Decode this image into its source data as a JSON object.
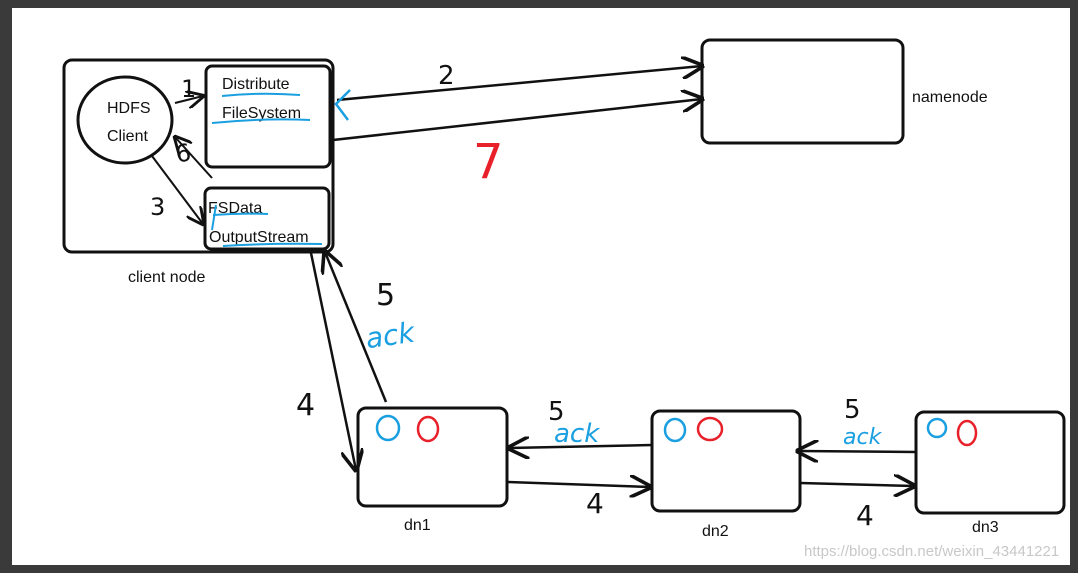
{
  "labels": {
    "hdfs_client_line1": "HDFS",
    "hdfs_client_line2": "Client",
    "distribute_line1": "Distribute",
    "distribute_line2": "FileSystem",
    "fsdata_line1": "FSData",
    "fsdata_line2": "OutputStream",
    "client_node": "client node",
    "namenode": "namenode",
    "dn1": "dn1",
    "dn2": "dn2",
    "dn3": "dn3"
  },
  "step_marks": {
    "client_to_distribute": "1",
    "distribute_to_client": "6",
    "client_to_fsdata": "3",
    "to_namenode": "2",
    "namenode_close": "7",
    "client_write_dn1": "4",
    "dn1_ack_step": "5",
    "dn1_ack_word": "ack",
    "dn2_ack_step": "5",
    "dn2_ack_word": "ack",
    "dn2_write_step": "4",
    "dn3_ack_step": "5",
    "dn3_ack_word": "ack",
    "dn3_write_step": "4"
  },
  "watermark": "https://blog.csdn.net/weixin_43441221",
  "colors": {
    "background": "#ffffff",
    "frame": "#3a3a3a",
    "ink": "#111111",
    "blue": "#1a9fe0",
    "red": "#e8202a"
  }
}
